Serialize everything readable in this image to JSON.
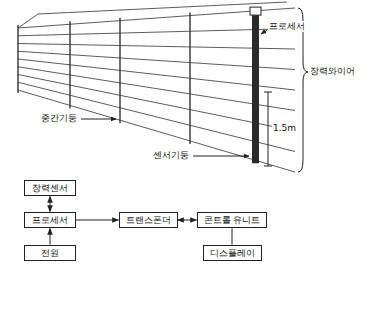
{
  "diagram": {
    "nodes": [
      {
        "text": [
          "장력센서"
        ]
      },
      {
        "text": [
          "프로세서"
        ]
      },
      {
        "text": [
          "전원"
        ]
      },
      {
        "text": [
          "트랜스폰더"
        ]
      },
      {
        "text": [
          "콘트롤 유니트"
        ]
      },
      {
        "text": [
          "디스플레이"
        ]
      }
    ],
    "edges": [
      {
        "from": 0,
        "to": 1,
        "arrow": "both"
      },
      {
        "from": 2,
        "to": 1,
        "arrow": "to"
      },
      {
        "from": 1,
        "to": 3,
        "arrow": "to"
      },
      {
        "from": 3,
        "to": 4,
        "arrow": "both"
      },
      {
        "from": 4,
        "to": 5,
        "arrow": "none"
      }
    ],
    "labels": [
      "프로세서",
      "장력와이어",
      "중간기둥",
      "센서기둥",
      "1.5m"
    ]
  }
}
